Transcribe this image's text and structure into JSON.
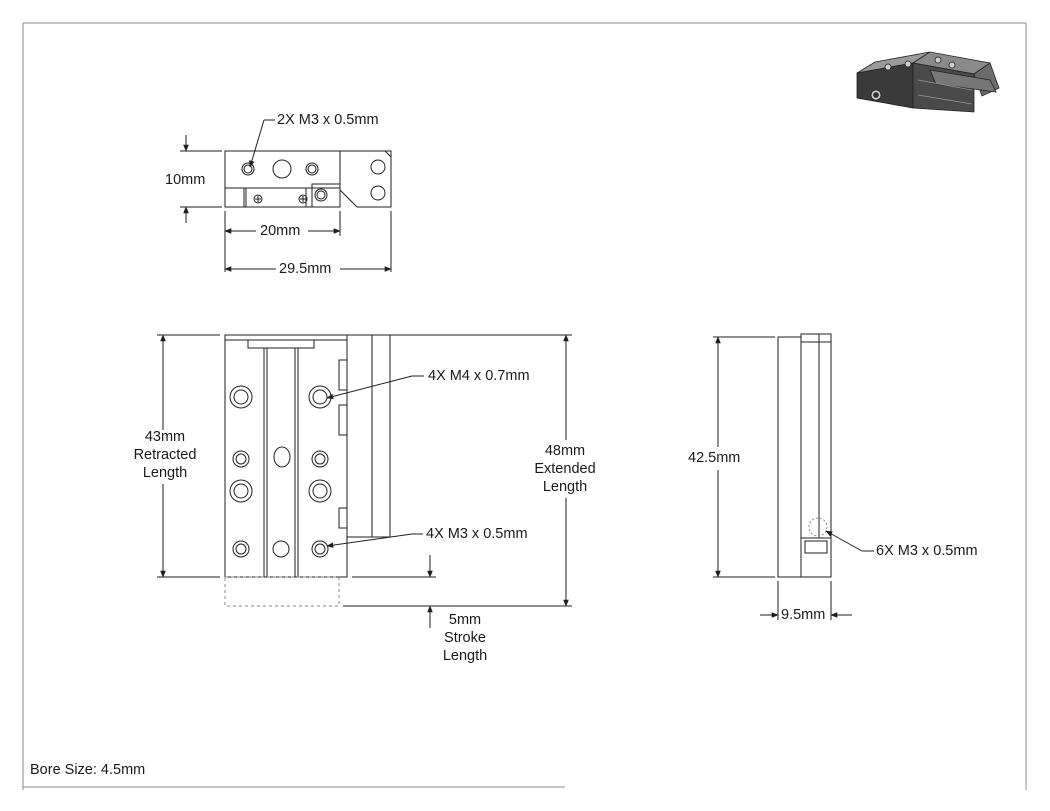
{
  "drawing": {
    "top_view": {
      "thread_callout": "2X M3 x 0.5mm",
      "height_dim": "10mm",
      "width_dim": "20mm",
      "overall_dim": "29.5mm"
    },
    "front_view": {
      "retracted": [
        "43mm",
        "Retracted",
        "Length"
      ],
      "extended": [
        "48mm",
        "Extended",
        "Length"
      ],
      "stroke": [
        "5mm",
        "Stroke",
        "Length"
      ],
      "callout_m4": "4X M4 x 0.7mm",
      "callout_m3": "4X M3 x 0.5mm"
    },
    "side_view": {
      "height_dim": "42.5mm",
      "width_dim": "9.5mm",
      "callout": "6X M3 x 0.5mm"
    },
    "title_block": {
      "bore_size": "Bore Size: 4.5mm"
    }
  },
  "colors": {
    "line": "#1f1f1f",
    "frame": "#888888",
    "thumb_dark": "#3a3a3a",
    "thumb_mid": "#6b6b6b",
    "thumb_light": "#9a9a9a"
  }
}
